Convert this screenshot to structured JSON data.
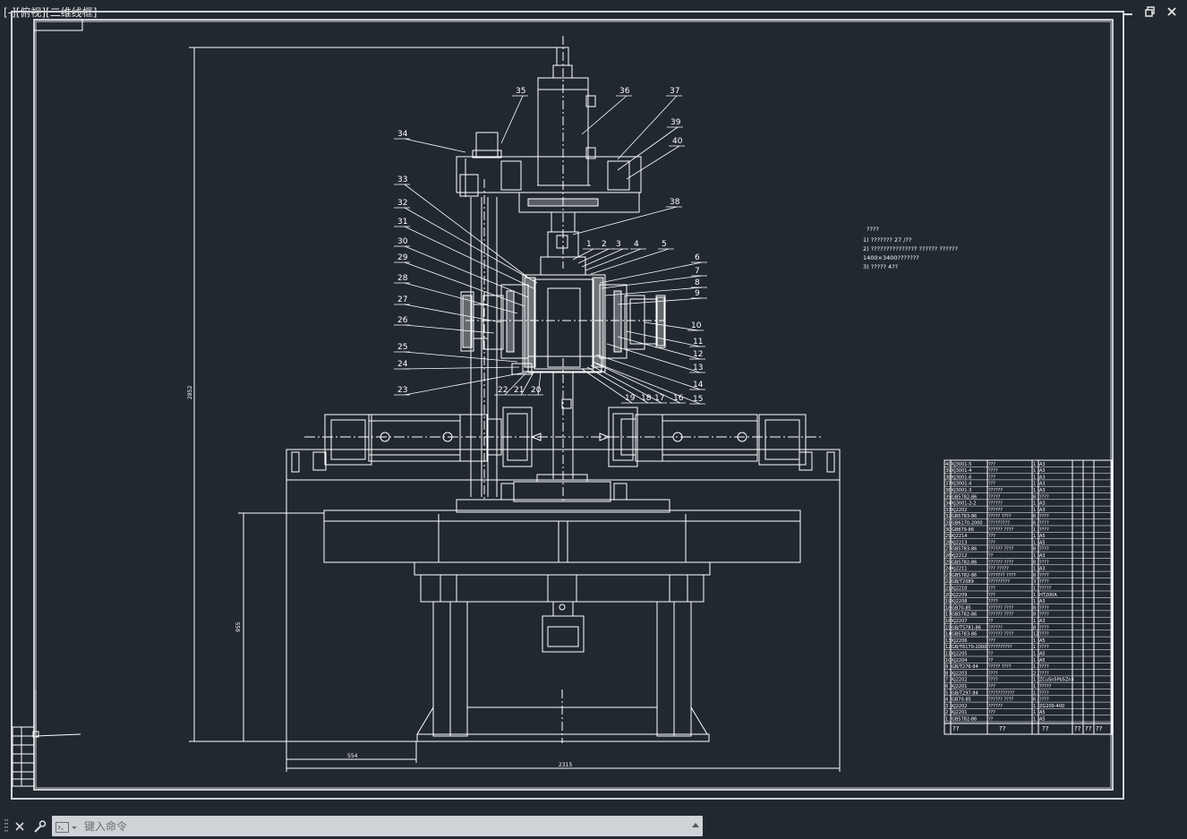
{
  "viewport": {
    "label": "[-][俯视][二维线框]"
  },
  "window_controls": [
    "minimize-icon",
    "restore-icon",
    "close-icon"
  ],
  "balloons": {
    "top": [
      "35",
      "36",
      "37",
      "39",
      "40",
      "34",
      "33",
      "38"
    ],
    "left": [
      "32",
      "31",
      "30",
      "29",
      "28",
      "27",
      "26",
      "25",
      "24",
      "23"
    ],
    "right": [
      "1",
      "2",
      "3",
      "4",
      "5",
      "6",
      "7",
      "8",
      "9",
      "10",
      "11",
      "12",
      "13",
      "14",
      "15"
    ],
    "bottom": [
      "22",
      "21",
      "20",
      "19",
      "18",
      "17",
      "16"
    ]
  },
  "notes": {
    "title": "????",
    "lines": [
      "1) ??????? 27 /??",
      "2) ???????????????     ?????? ??????",
      "1400×3400???????",
      "3) ????? 4??"
    ]
  },
  "dimensions": {
    "overall_width": "2315",
    "left_offset": "554",
    "height_vertical": "2852",
    "base_height": "955"
  },
  "parts_table": {
    "rows": [
      [
        "40",
        "KJ3001-5",
        "???",
        "1",
        "A3"
      ],
      [
        "39",
        "KJ3001-4",
        "????",
        "1",
        "A3"
      ],
      [
        "38",
        "KJ3001-6",
        "???",
        "1",
        "A3"
      ],
      [
        "37",
        "KJ3001-4",
        "???",
        "1",
        "A3"
      ],
      [
        "36",
        "KJ3001-3",
        "??????",
        "1",
        "A3"
      ],
      [
        "35",
        "GB5782-86",
        "?????",
        "8",
        "????"
      ],
      [
        "34",
        "KJ3001-2-2",
        "??????",
        "1",
        "A3"
      ],
      [
        "33",
        "KJ2202",
        "??????",
        "1",
        "A3"
      ],
      [
        "32",
        "GB5783-86",
        "????? ????",
        "6",
        "????"
      ],
      [
        "31",
        "GB6170-2000",
        "?????????",
        "6",
        "????"
      ],
      [
        "30",
        "GB879-86",
        "?????? ????",
        "1",
        "????"
      ],
      [
        "29",
        "KJ2214",
        "???",
        "1",
        "A5"
      ],
      [
        "28",
        "KJ2213",
        "???",
        "1",
        "A5"
      ],
      [
        "27",
        "GB5783-86",
        "?????? ????",
        "8",
        "????"
      ],
      [
        "26",
        "KJ2212",
        "??",
        "1",
        "A3"
      ],
      [
        "25",
        "GB5782-86",
        "?????? ????",
        "8",
        "????"
      ],
      [
        "24",
        "KJ2211",
        "??? ?????",
        "1",
        "A3"
      ],
      [
        "23",
        "GB5782-86",
        "??????? ????",
        "8",
        "????"
      ],
      [
        "22",
        "GB/T2089",
        "?????????",
        "3",
        "????"
      ],
      [
        "21",
        "KJ2210",
        "???",
        "1",
        "?????"
      ],
      [
        "20",
        "KJ2209",
        "???",
        "1",
        "HT200A"
      ],
      [
        "19",
        "KJ2208",
        "????",
        "1",
        "A3"
      ],
      [
        "18",
        "GB70-85",
        "?????? ????",
        "8",
        "????"
      ],
      [
        "17",
        "GB5782-86",
        "?????? ????",
        "8",
        "????"
      ],
      [
        "16",
        "KJ2207",
        "??",
        "1",
        "A3"
      ],
      [
        "15",
        "GB/T5781-86",
        "??????",
        "8",
        "????"
      ],
      [
        "14",
        "GB5783-86",
        "?????? ????",
        "12",
        "????"
      ],
      [
        "13",
        "KJ2206",
        "???",
        "1",
        "A5"
      ],
      [
        "12",
        "GB/T6170-2000",
        "??????????",
        "1",
        "????"
      ],
      [
        "11",
        "KJ2205",
        "??",
        "1",
        "A5"
      ],
      [
        "10",
        "KJ2204",
        "??",
        "1",
        "A5"
      ],
      [
        "9",
        "GB/T276-94",
        "????? ????",
        "1",
        "????"
      ],
      [
        "8",
        "KJ2203",
        "????",
        "2",
        "????"
      ],
      [
        "7",
        "KJ2202",
        "????",
        "1",
        "ZCuSn5Pb5Zn5"
      ],
      [
        "6",
        "KJ2201",
        "???",
        "1",
        "?????"
      ],
      [
        "5",
        "GB/T297-94",
        "???????????",
        "1",
        "????"
      ],
      [
        "4",
        "GB70-85",
        "?????? ????",
        "6",
        "????"
      ],
      [
        "3",
        "KJ2202",
        "??????",
        "1",
        "ZG200-400"
      ],
      [
        "2",
        "KJ2201",
        "???",
        "1",
        "A5"
      ],
      [
        "1",
        "GB5782-86",
        "??",
        "1",
        "A5"
      ]
    ],
    "footer": [
      "??",
      "??",
      "??",
      "??",
      "??",
      "??"
    ]
  },
  "command": {
    "placeholder": "键入命令"
  },
  "colors": {
    "background": "#212830",
    "lines": "#ffffff",
    "command_bar_input": "#cfd2d6"
  }
}
